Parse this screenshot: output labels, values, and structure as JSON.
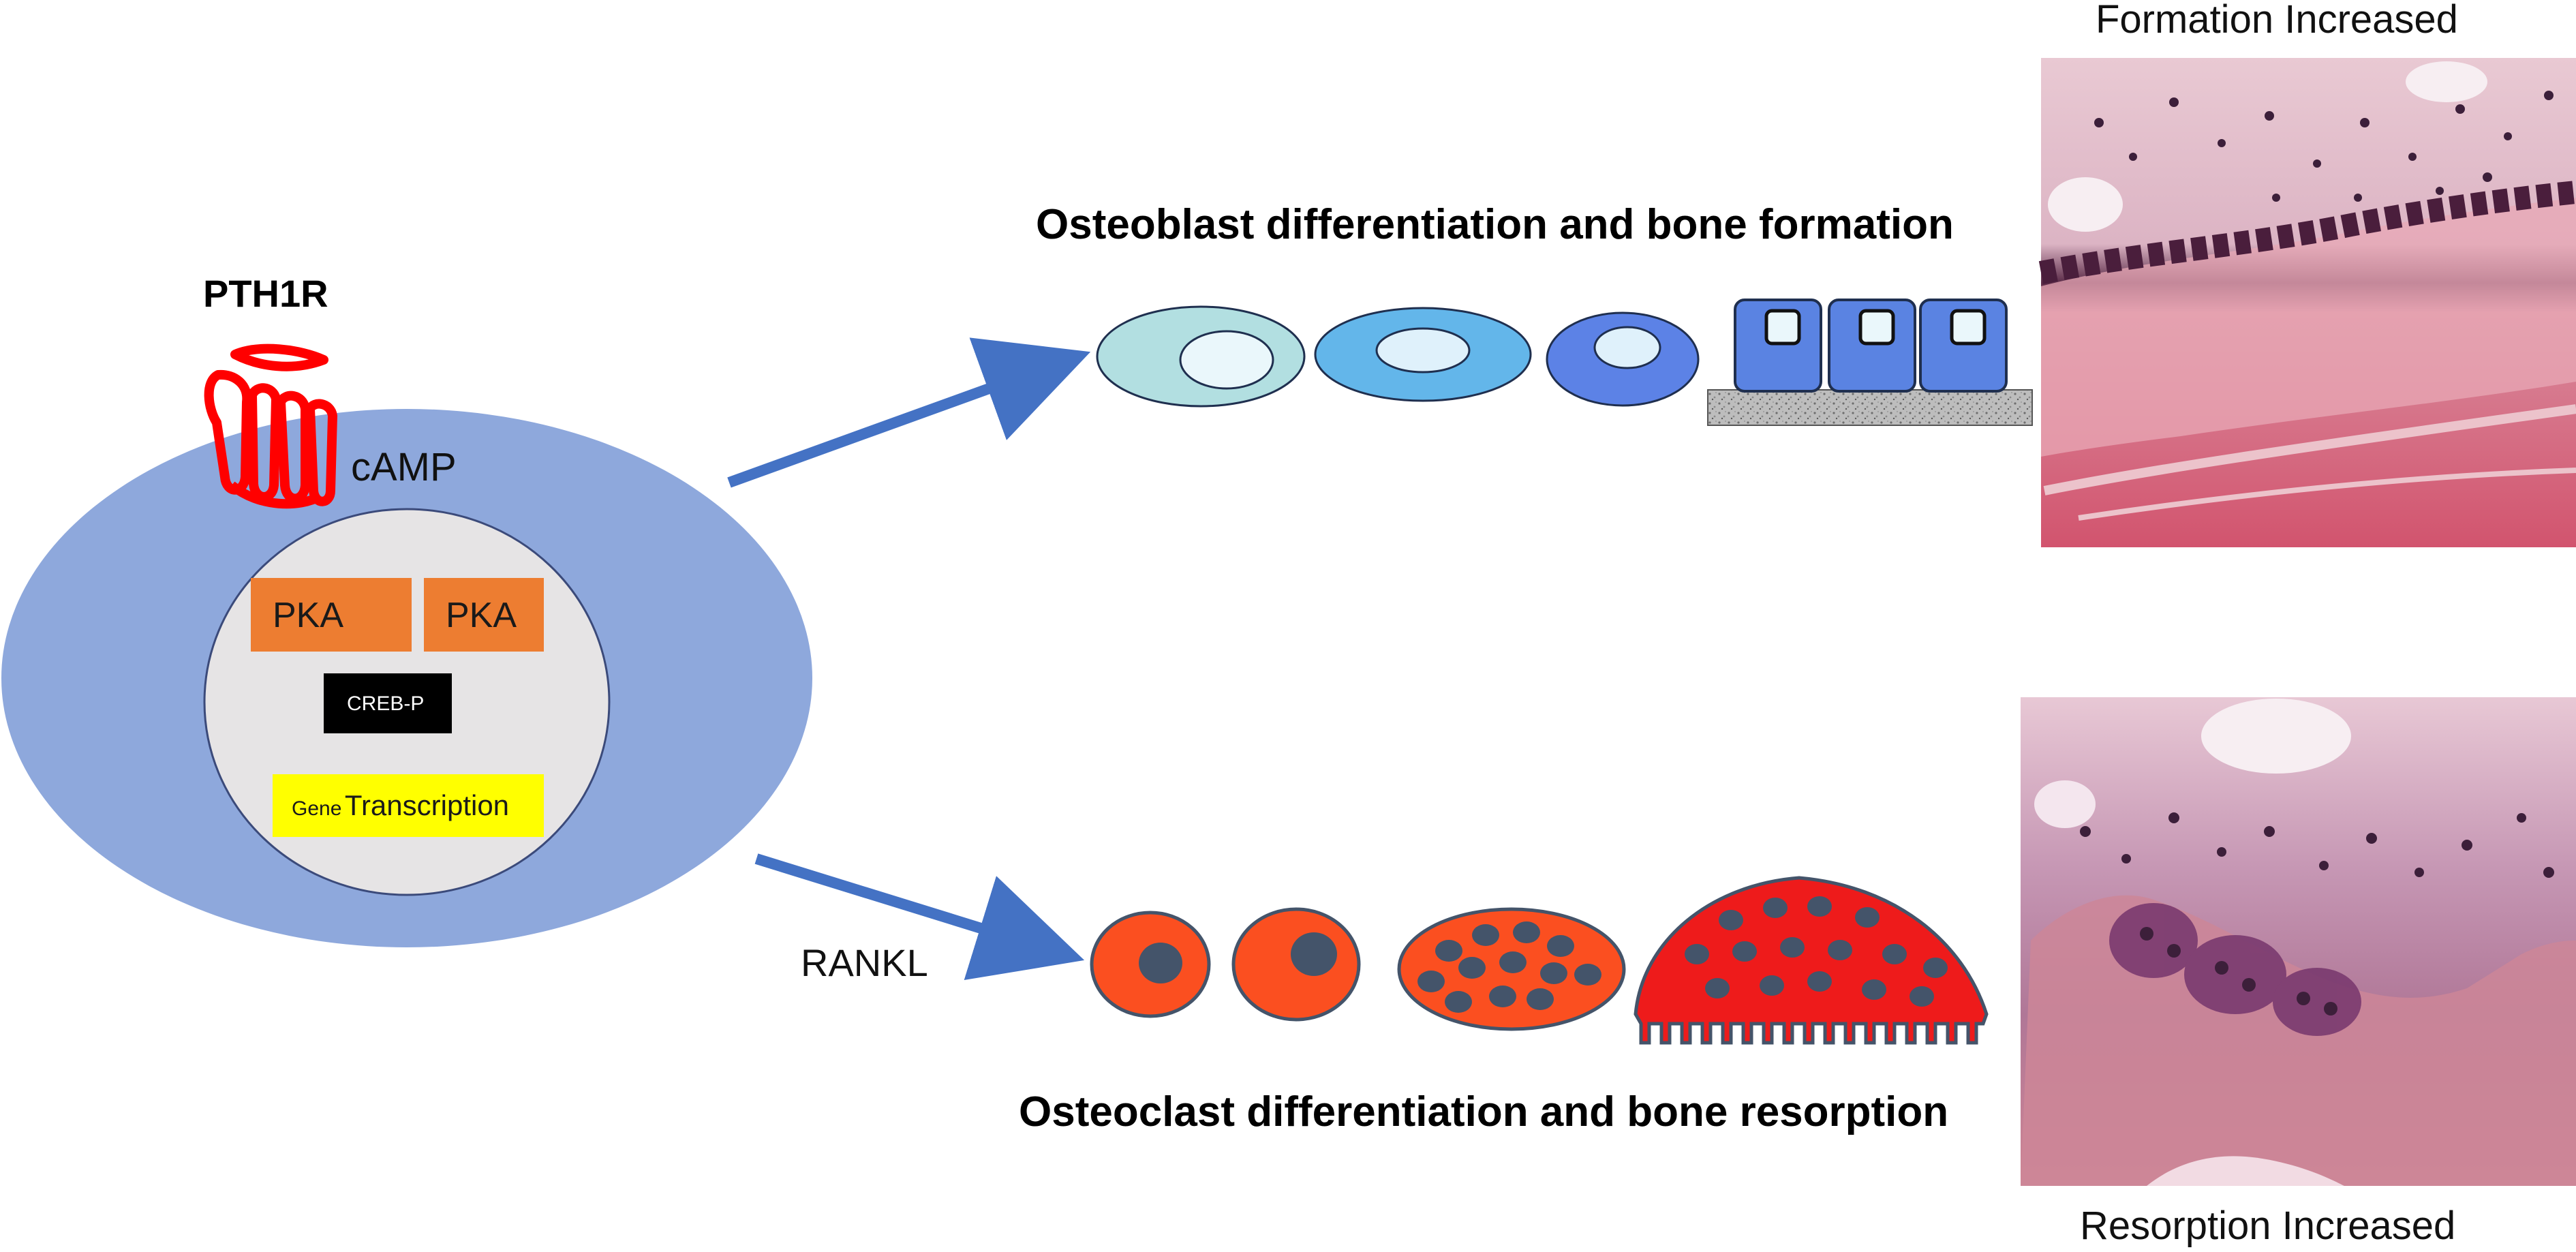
{
  "receptor_label": "PTH1R",
  "camp_label": "cAMP",
  "pka_1": "PKA",
  "pka_2": "PKA",
  "creb_label": "CREB-P",
  "gene_small": "Gene",
  "gene_large": "Transcription",
  "rankl_label": "RANKL",
  "osteoblast_title": "Osteoblast differentiation  and bone formation",
  "osteoclast_title": "Osteoclast differentiation  and bone resorption",
  "formation_caption": "Formation Increased",
  "resorption_caption": "Resorption Increased",
  "colors": {
    "cell": "#8ea8dc",
    "nucleus": "#e6e4e5",
    "pka": "#ed7d31",
    "creb": "#000000",
    "gene": "#ffff00",
    "receptor": "#ff0000",
    "arrow": "#4472c4",
    "osteoblast_1": "#b2dfe1",
    "osteoblast_2": "#63b6ea",
    "osteoblast_3": "#5c82e6",
    "osteoblast_mature": "#5a83e2",
    "osteoclast": "#fb4f20",
    "osteoclast_mature": "#ee1b1b",
    "nuclei_dark": "#44546a",
    "histology_pink": "#d2546e"
  }
}
